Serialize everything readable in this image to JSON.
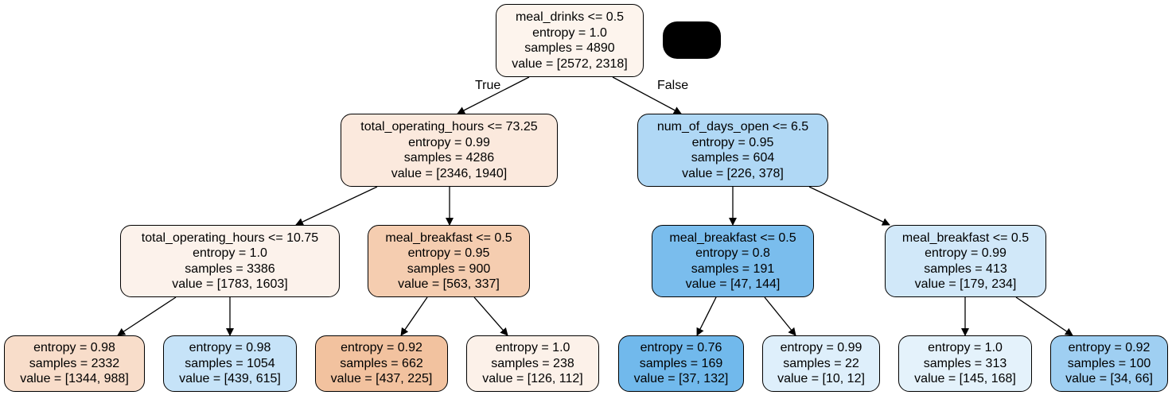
{
  "edge_labels": {
    "true_label": "True",
    "false_label": "False"
  },
  "nodes": {
    "root": {
      "lines": [
        "meal_drinks <= 0.5",
        "entropy = 1.0",
        "samples = 4890",
        "value = [2572, 2318]"
      ],
      "fill": "#fdf4ed"
    },
    "l1": {
      "lines": [
        "total_operating_hours <= 73.25",
        "entropy = 0.99",
        "samples = 4286",
        "value = [2346, 1940]"
      ],
      "fill": "#fbe9dd"
    },
    "r1": {
      "lines": [
        "num_of_days_open <= 6.5",
        "entropy = 0.95",
        "samples = 604",
        "value = [226, 378]"
      ],
      "fill": "#b0d8f5"
    },
    "ll2": {
      "lines": [
        "total_operating_hours <= 10.75",
        "entropy = 1.0",
        "samples = 3386",
        "value = [1783, 1603]"
      ],
      "fill": "#fcf2eb"
    },
    "lr2": {
      "lines": [
        "meal_breakfast <= 0.5",
        "entropy = 0.95",
        "samples = 900",
        "value = [563, 337]"
      ],
      "fill": "#f5cdb0"
    },
    "rl2": {
      "lines": [
        "meal_breakfast <= 0.5",
        "entropy = 0.8",
        "samples = 191",
        "value = [47, 144]"
      ],
      "fill": "#7abded"
    },
    "rr2": {
      "lines": [
        "meal_breakfast <= 0.5",
        "entropy = 0.99",
        "samples = 413",
        "value = [179, 234]"
      ],
      "fill": "#d1e8f9"
    },
    "leaf1": {
      "lines": [
        "entropy = 0.98",
        "samples = 2332",
        "value = [1344, 988]"
      ],
      "fill": "#f8ddca"
    },
    "leaf2": {
      "lines": [
        "entropy = 0.98",
        "samples = 1054",
        "value = [439, 615]"
      ],
      "fill": "#c6e3f8"
    },
    "leaf3": {
      "lines": [
        "entropy = 0.92",
        "samples = 662",
        "value = [437, 225]"
      ],
      "fill": "#f2c29f"
    },
    "leaf4": {
      "lines": [
        "entropy = 1.0",
        "samples = 238",
        "value = [126, 112]"
      ],
      "fill": "#fcf1e9"
    },
    "leaf5": {
      "lines": [
        "entropy = 0.76",
        "samples = 169",
        "value = [37, 132]"
      ],
      "fill": "#71b9ec"
    },
    "leaf6": {
      "lines": [
        "entropy = 0.99",
        "samples = 22",
        "value = [10, 12]"
      ],
      "fill": "#deeffb"
    },
    "leaf7": {
      "lines": [
        "entropy = 1.0",
        "samples = 313",
        "value = [145, 168]"
      ],
      "fill": "#e4f2fb"
    },
    "leaf8": {
      "lines": [
        "entropy = 0.92",
        "samples = 100",
        "value = [34, 66]"
      ],
      "fill": "#9fcff2"
    }
  }
}
